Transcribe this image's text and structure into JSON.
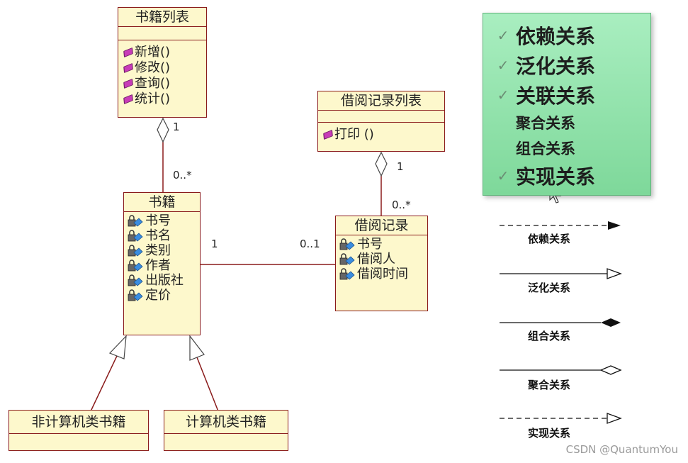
{
  "classes": {
    "book_list": {
      "name": "书籍列表",
      "methods": [
        "新增()",
        "修改()",
        "查询()",
        "统计()"
      ]
    },
    "borrow_list": {
      "name": "借阅记录列表",
      "methods": [
        "打印 ()"
      ]
    },
    "book": {
      "name": "书籍",
      "attributes": [
        "书号",
        "书名",
        "类别",
        "作者",
        "出版社",
        "定价"
      ]
    },
    "borrow_record": {
      "name": "借阅记录",
      "attributes": [
        "书号",
        "借阅人",
        "借阅时间"
      ]
    },
    "non_computer_book": {
      "name": "非计算机类书籍"
    },
    "computer_book": {
      "name": "计算机类书籍"
    }
  },
  "multiplicities": {
    "booklist_top": "1",
    "booklist_bottom": "0..*",
    "borrowlist_top": "1",
    "borrowlist_bottom": "0..*",
    "book_side": "1",
    "record_side": "0..1"
  },
  "legend_box": {
    "items": [
      {
        "label": "依赖关系",
        "checked": true,
        "size": "big"
      },
      {
        "label": "泛化关系",
        "checked": true,
        "size": "big"
      },
      {
        "label": "关联关系",
        "checked": true,
        "size": "big"
      },
      {
        "label": "聚合关系",
        "checked": false,
        "size": "small"
      },
      {
        "label": "组合关系",
        "checked": false,
        "size": "small"
      },
      {
        "label": "实现关系",
        "checked": true,
        "size": "big"
      }
    ],
    "check_glyph": "✓"
  },
  "relations": [
    "依赖关系",
    "泛化关系",
    "组合关系",
    "聚合关系",
    "实现关系"
  ],
  "watermark": "CSDN @QuantumYou",
  "colors": {
    "class_fill": "#fdf8cc",
    "class_border": "#8a1b1b",
    "legend_fill": "#8fe0a8"
  }
}
